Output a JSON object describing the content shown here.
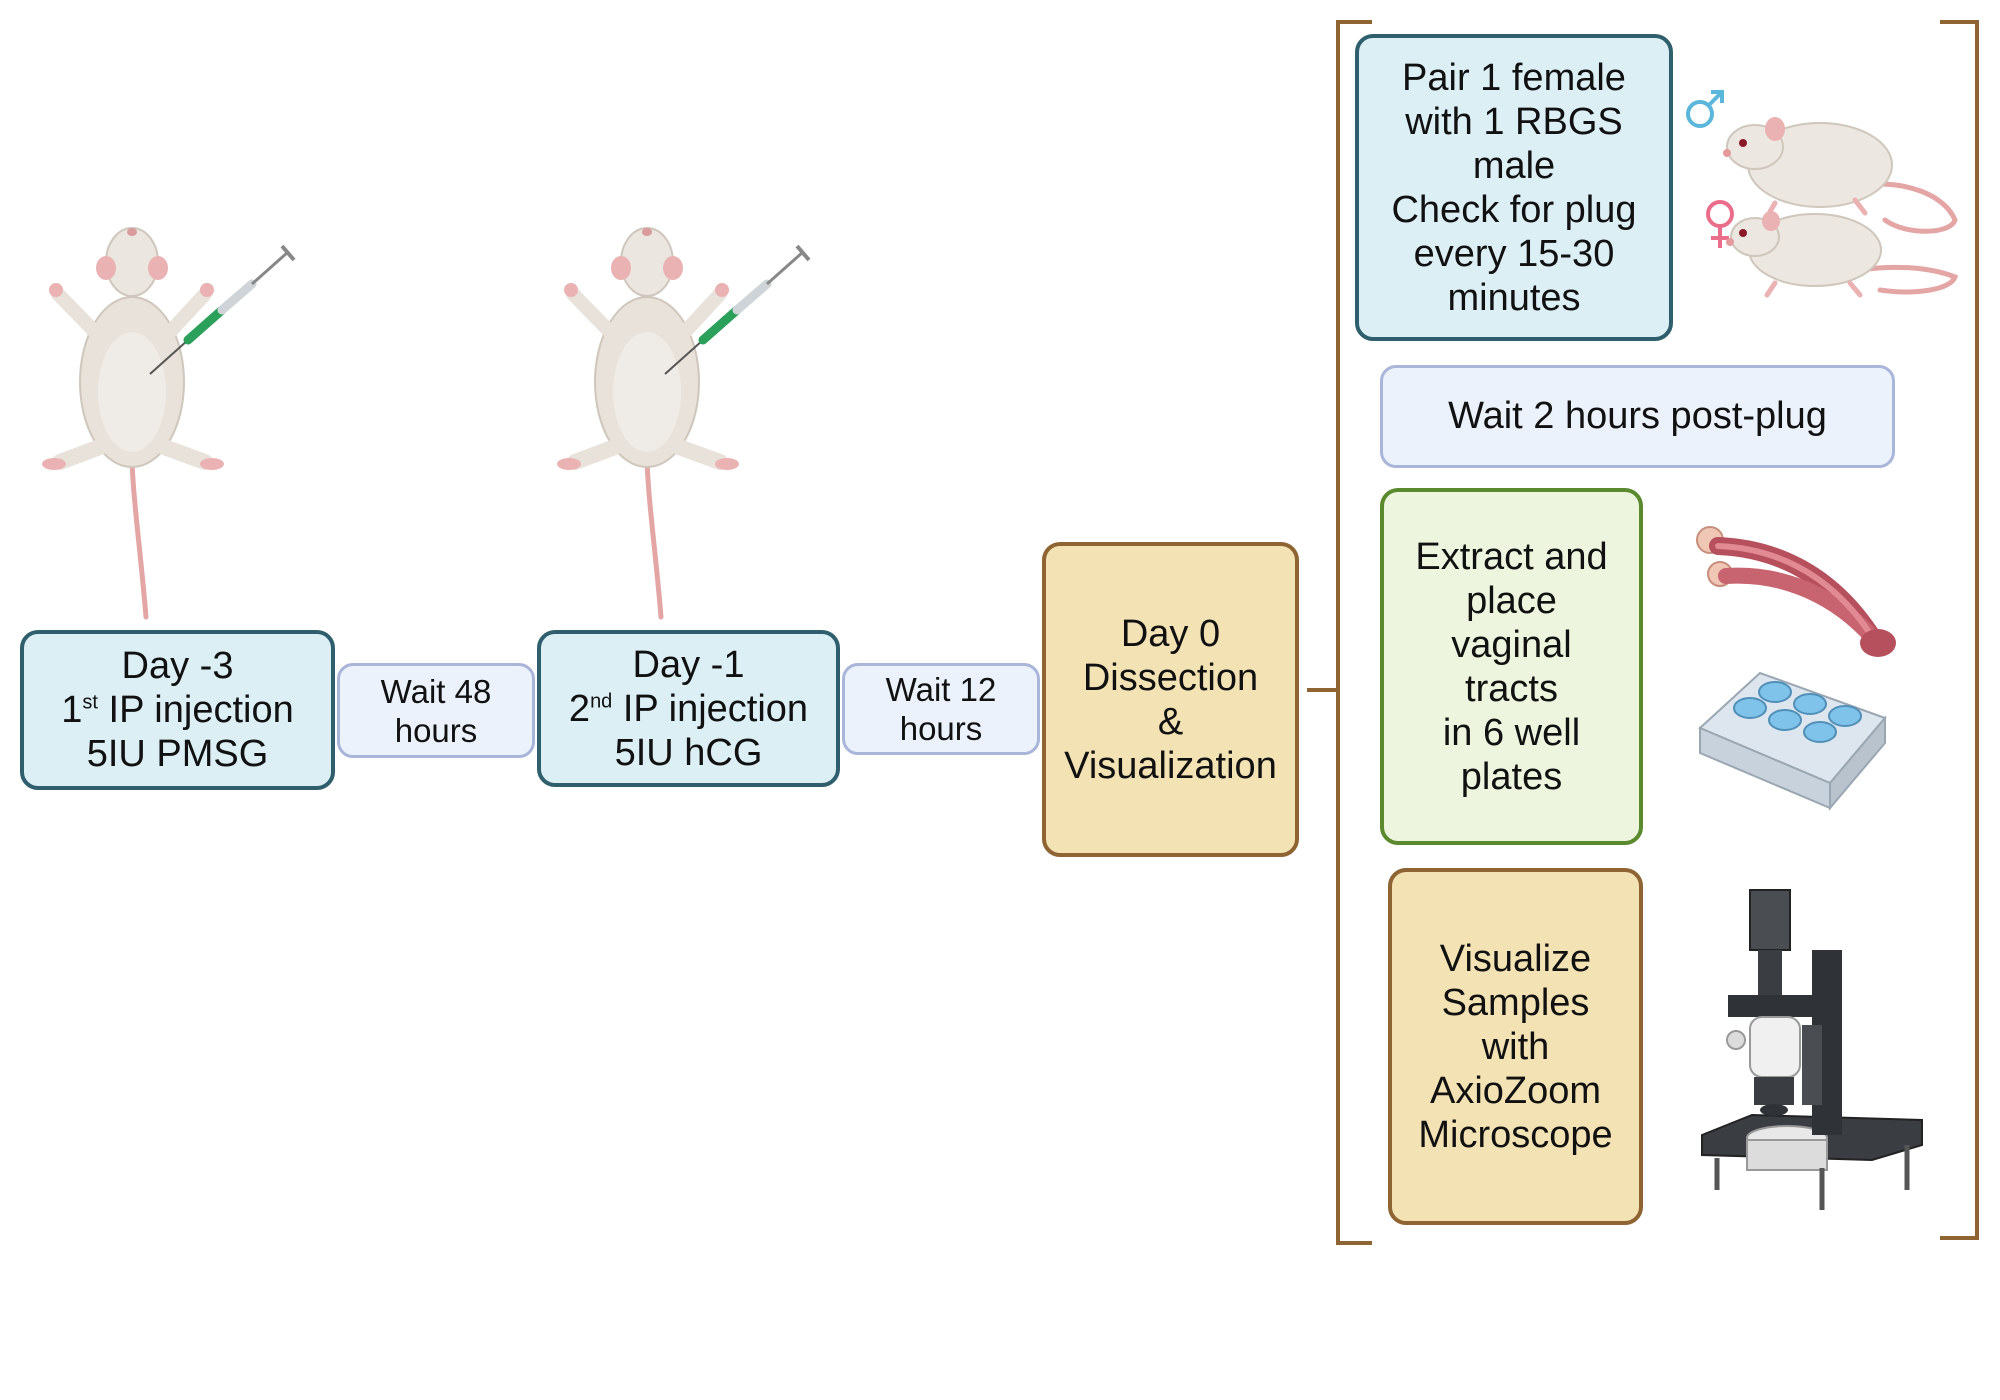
{
  "colors": {
    "step_fill": "#dceff5",
    "step_border": "#2f5f6d",
    "wait_fill": "#ecf2fb",
    "wait_border": "#a9b6d9",
    "tan_fill": "#f2e2b4",
    "tan_border": "#8f6433",
    "green_fill": "#edf5df",
    "green_border": "#5b8a2e",
    "bracket": "#8f6433",
    "male_symbol": "#5bb6dc",
    "female_symbol": "#ea6d8c"
  },
  "timeline": {
    "day_minus3": {
      "l1": "Day -3",
      "l2_num": "1",
      "l2_sup": "st",
      "l2_rest": " IP injection",
      "l3": "5IU PMSG"
    },
    "wait_48": {
      "l1": "Wait 48",
      "l2": "hours"
    },
    "day_minus1": {
      "l1": "Day -1",
      "l2_num": "2",
      "l2_sup": "nd",
      "l2_rest": " IP injection",
      "l3": "5IU hCG"
    },
    "wait_12": {
      "l1": "Wait 12",
      "l2": "hours"
    },
    "day0": {
      "l1": "Day 0",
      "l2": "Dissection",
      "l3": "&",
      "l4": "Visualization"
    }
  },
  "steps": {
    "pairing": {
      "l1": "Pair 1 female",
      "l2": "with 1 RBGS",
      "l3": "male",
      "l4": "Check for plug",
      "l5": "every 15-30",
      "l6": "minutes"
    },
    "wait_plug": {
      "l1": "Wait 2 hours post-plug"
    },
    "extract": {
      "l1": "Extract and",
      "l2": "place",
      "l3": "vaginal",
      "l4": "tracts",
      "l5": "in 6 well",
      "l6": "plates"
    },
    "visualize": {
      "l1": "Visualize",
      "l2": "Samples",
      "l3": "with",
      "l4": "AxioZoom",
      "l5": "Microscope"
    }
  },
  "icons": [
    "mouse-injection-icon",
    "syringe-icon",
    "male-symbol-icon",
    "female-symbol-icon",
    "mice-pair-icon",
    "vaginal-tract-icon",
    "six-well-plate-icon",
    "microscope-icon"
  ]
}
